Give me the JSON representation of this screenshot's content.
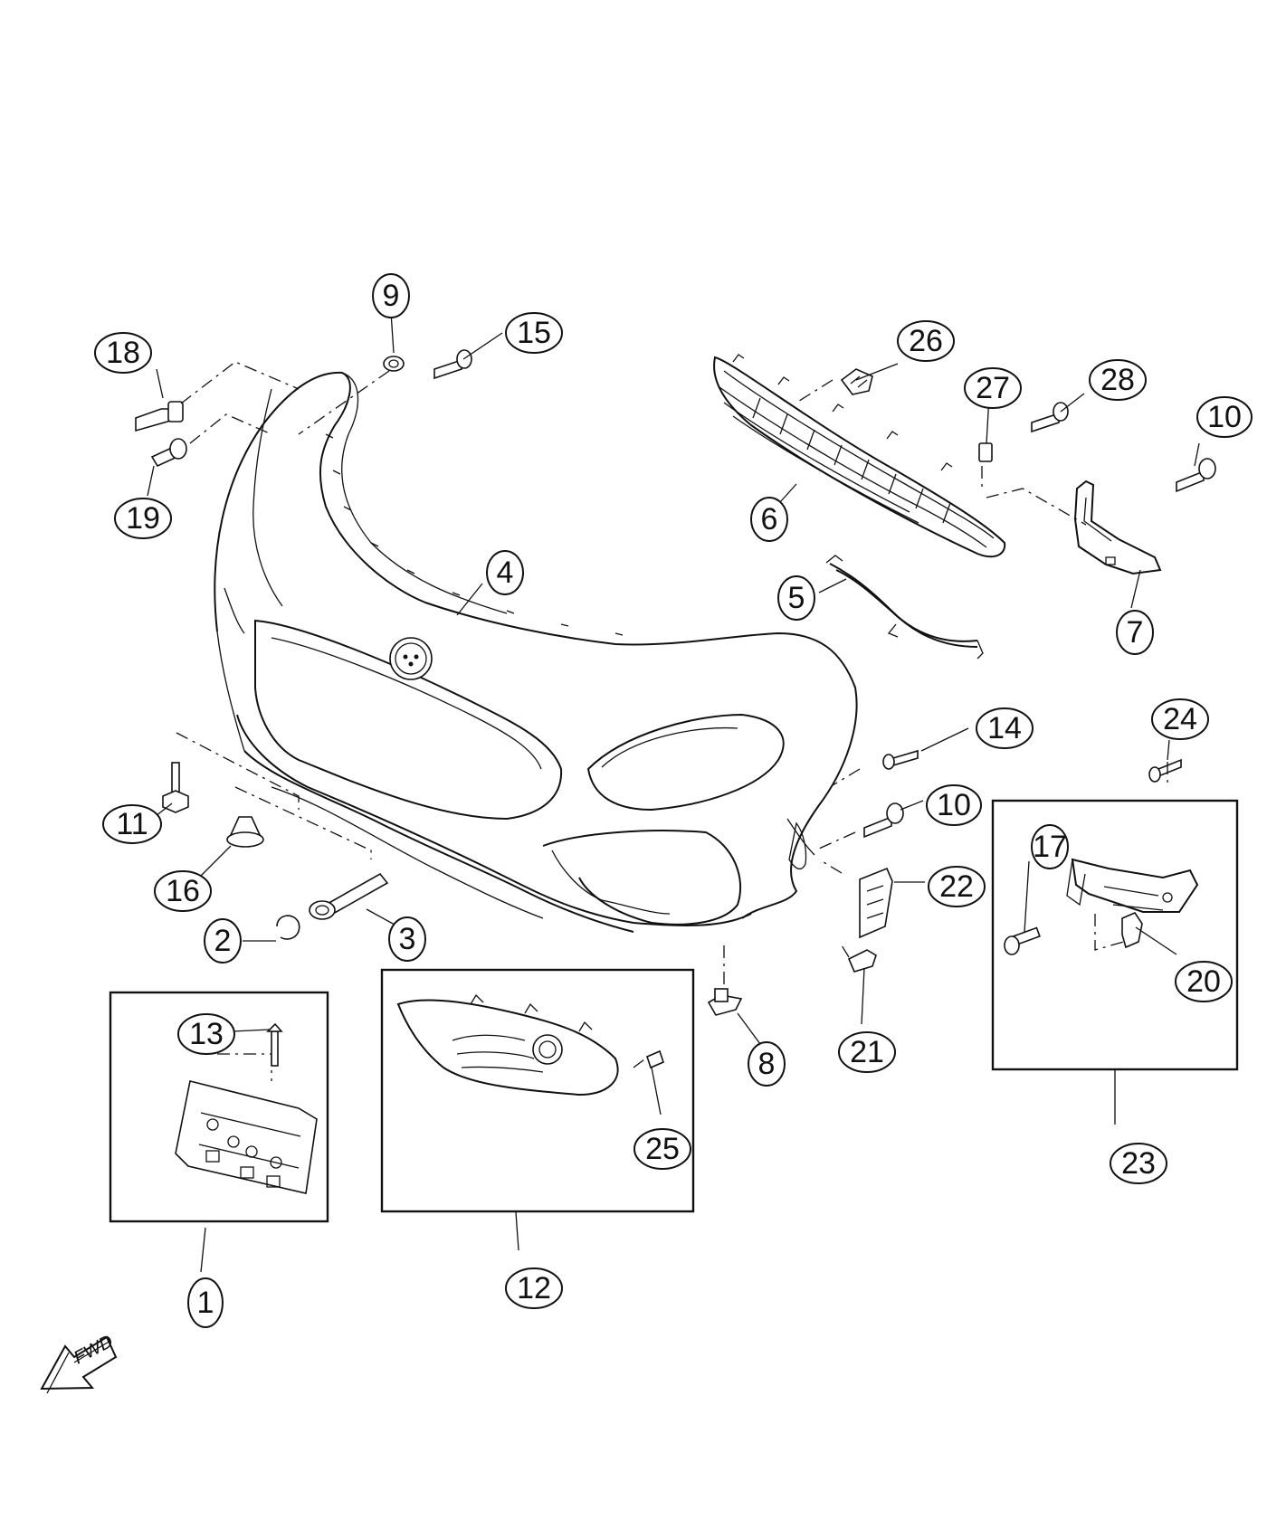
{
  "callouts": [
    {
      "id": "c1",
      "label": "1"
    },
    {
      "id": "c2",
      "label": "2"
    },
    {
      "id": "c3",
      "label": "3"
    },
    {
      "id": "c4",
      "label": "4"
    },
    {
      "id": "c5",
      "label": "5"
    },
    {
      "id": "c6",
      "label": "6"
    },
    {
      "id": "c7",
      "label": "7"
    },
    {
      "id": "c8",
      "label": "8"
    },
    {
      "id": "c9",
      "label": "9"
    },
    {
      "id": "c10a",
      "label": "10"
    },
    {
      "id": "c10b",
      "label": "10"
    },
    {
      "id": "c11",
      "label": "11"
    },
    {
      "id": "c12",
      "label": "12"
    },
    {
      "id": "c13",
      "label": "13"
    },
    {
      "id": "c14",
      "label": "14"
    },
    {
      "id": "c15",
      "label": "15"
    },
    {
      "id": "c16",
      "label": "16"
    },
    {
      "id": "c17",
      "label": "17"
    },
    {
      "id": "c18",
      "label": "18"
    },
    {
      "id": "c19",
      "label": "19"
    },
    {
      "id": "c20",
      "label": "20"
    },
    {
      "id": "c21",
      "label": "21"
    },
    {
      "id": "c22",
      "label": "22"
    },
    {
      "id": "c23",
      "label": "23"
    },
    {
      "id": "c24",
      "label": "24"
    },
    {
      "id": "c25",
      "label": "25"
    },
    {
      "id": "c26",
      "label": "26"
    },
    {
      "id": "c27",
      "label": "27"
    },
    {
      "id": "c28",
      "label": "28"
    }
  ],
  "direction_indicator": {
    "label": "FWD"
  }
}
